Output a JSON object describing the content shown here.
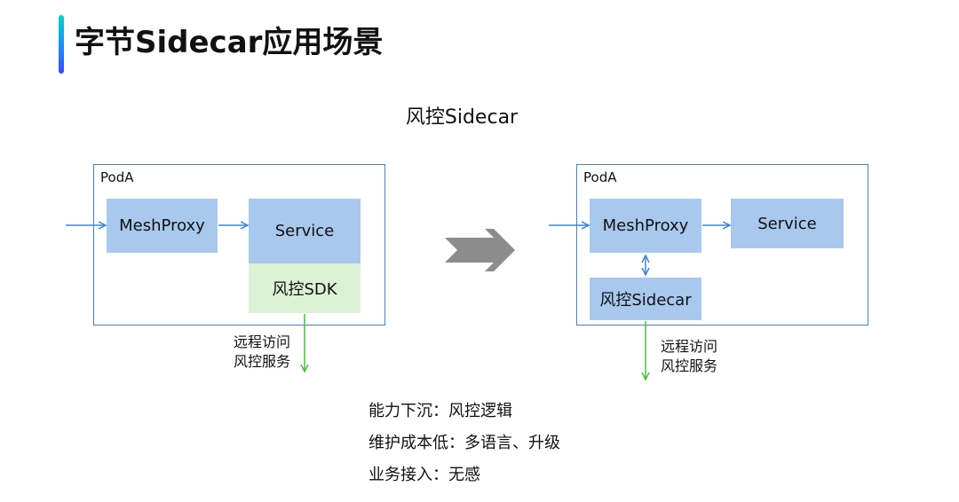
{
  "title": "字节Sidecar应用场景",
  "subtitle": "风控Sidecar",
  "left_pod": {
    "label": "PodA",
    "meshproxy": "MeshProxy",
    "service": "Service",
    "sdk": "风控SDK",
    "note": [
      "远程访问",
      "风控服务"
    ]
  },
  "right_pod": {
    "label": "PodA",
    "meshproxy": "MeshProxy",
    "service": "Service",
    "sidecar": "风控Sidecar",
    "note": [
      "远程访问",
      "风控服务"
    ]
  },
  "bullets": [
    "能力下沉：风控逻辑",
    "维护成本低：多语言、升级",
    "业务接入：无感"
  ],
  "colors": {
    "accent_gradient": [
      "#00d4c8",
      "#1a8cff",
      "#3b4bff"
    ],
    "pod_border": "#4a7fc1",
    "box_blue": "#a8c8ee",
    "box_green": "#dcf2d4",
    "arrow_blue": "#3d85d6",
    "arrow_green": "#4bbf3a",
    "transition_arrow": "#8c8c8c"
  }
}
